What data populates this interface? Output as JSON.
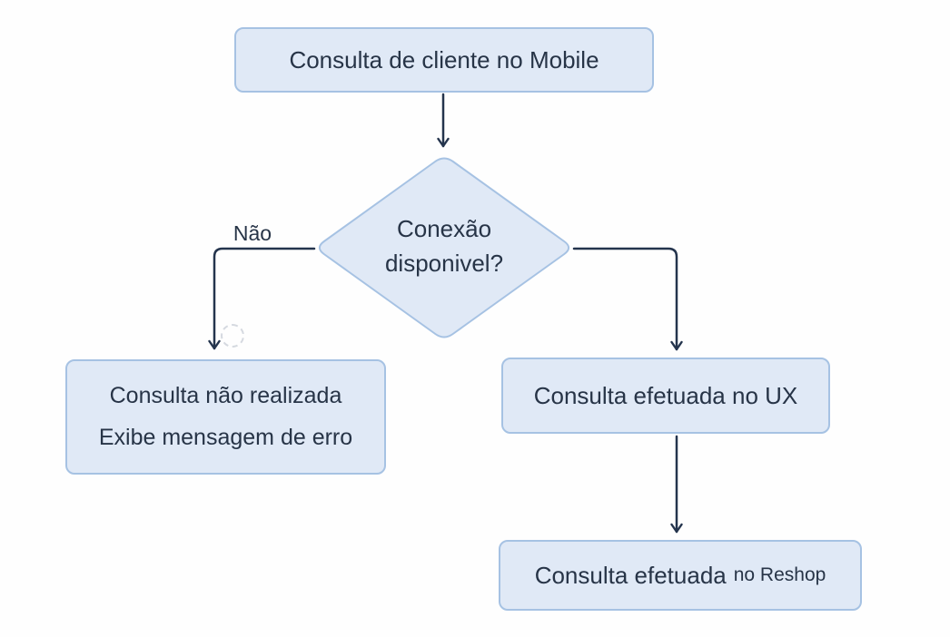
{
  "diagram": {
    "type": "flowchart",
    "nodes": {
      "start": {
        "label": "Consulta de cliente no Mobile",
        "shape": "rounded-rect"
      },
      "decision": {
        "line1": "Conexão",
        "line2": "disponivel?",
        "shape": "diamond"
      },
      "error": {
        "line1": "Consulta não realizada",
        "line2": "Exibe mensagem de erro",
        "shape": "rounded-rect"
      },
      "ux": {
        "label": "Consulta efetuada no UX",
        "shape": "rounded-rect"
      },
      "reshop": {
        "label_main": "Consulta efetuada",
        "label_suffix": "no Reshop",
        "shape": "rounded-rect"
      }
    },
    "edges": {
      "start_to_decision": {
        "from": "start",
        "to": "decision",
        "label": ""
      },
      "decision_to_error": {
        "from": "decision",
        "to": "error",
        "label": "Não"
      },
      "decision_to_ux": {
        "from": "decision",
        "to": "ux",
        "label": ""
      },
      "ux_to_reshop": {
        "from": "ux",
        "to": "reshop",
        "label": ""
      }
    },
    "colors": {
      "node_fill": "#e0e9f6",
      "node_border": "#a6c2e3",
      "text": "#273447",
      "arrow": "#24344d",
      "background": "#fefefe"
    }
  }
}
